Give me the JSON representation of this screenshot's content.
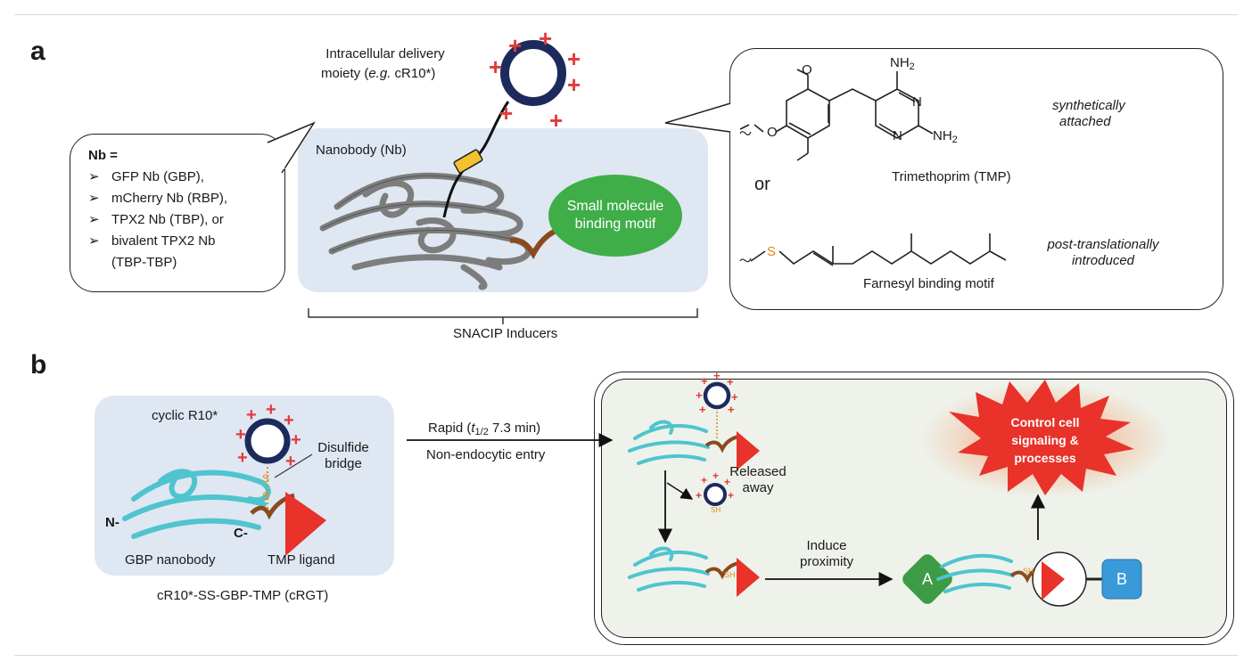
{
  "panel_a": {
    "letter": "a",
    "delivery_label_line1": "Intracellular delivery",
    "delivery_label_line2_prefix": "moiety (",
    "delivery_label_line2_italic": "e.g.",
    "delivery_label_line2_suffix": " cR10*)",
    "nanobody_label": "Nanobody (Nb)",
    "small_molecule_line1": "Small molecule",
    "small_molecule_line2": "binding motif",
    "bracket_label": "SNACIP Inducers",
    "nb_header": "Nb =",
    "nb_options": [
      "GFP Nb (GBP),",
      "mCherry Nb (RBP),",
      "TPX2 Nb (TBP), or",
      "bivalent TPX2 Nb",
      "(TBP-TBP)"
    ],
    "bullet_glyph": "➢",
    "tmp_label": "Trimethoprim (TMP)",
    "or_label": "or",
    "farnesyl_label": "Farnesyl binding motif",
    "synthetic_line1": "synthetically",
    "synthetic_line2": "attached",
    "post_line1": "post-translationally",
    "post_line2": "introduced",
    "atoms": {
      "nh2_top": "NH",
      "nh2_right": "NH",
      "sub2": "2",
      "n_upper": "N",
      "n_lower": "N",
      "o_upper": "O",
      "o_middle": "O",
      "s_atom": "S"
    }
  },
  "panel_b": {
    "letter": "b",
    "cyclic_label": "cyclic R10*",
    "disulfide_line1": "Disulfide",
    "disulfide_line2": "bridge",
    "n_term": "N-",
    "c_term": "C-",
    "gbp_label": "GBP nanobody",
    "tmp_ligand_label": "TMP ligand",
    "compound_label": "cR10*-SS-GBP-TMP (cRGT)",
    "rapid_prefix": "Rapid (",
    "rapid_t": "t",
    "rapid_sub": "1/2",
    "rapid_suffix": " 7.3 min)",
    "entry_label": "Non-endocytic entry",
    "released_line1": "Released",
    "released_line2": "away",
    "induce_line1": "Induce",
    "induce_line2": "proximity",
    "star_line1": "Control cell",
    "star_line2": "signaling &",
    "star_line3": "processes",
    "box_a": "A",
    "box_b": "B",
    "s_atom": "S",
    "sh_label": "SH",
    "plus_glyph": "+"
  },
  "colors": {
    "blue_bg": "#dfe7f2",
    "cell_bg": "#eef2ea",
    "ring": "#1d2a5c",
    "plus": "#e23b3b",
    "linker": "#8b4a1e",
    "yellow": "#f2c230",
    "green": "#3fae49",
    "red_triangle": "#e8322a",
    "box_a": "#3e9b45",
    "box_b": "#3a9ad9",
    "nb_gray": "#7d7d7d",
    "nb_cyan": "#4fc4cf",
    "sulfur": "#e08a1e"
  }
}
